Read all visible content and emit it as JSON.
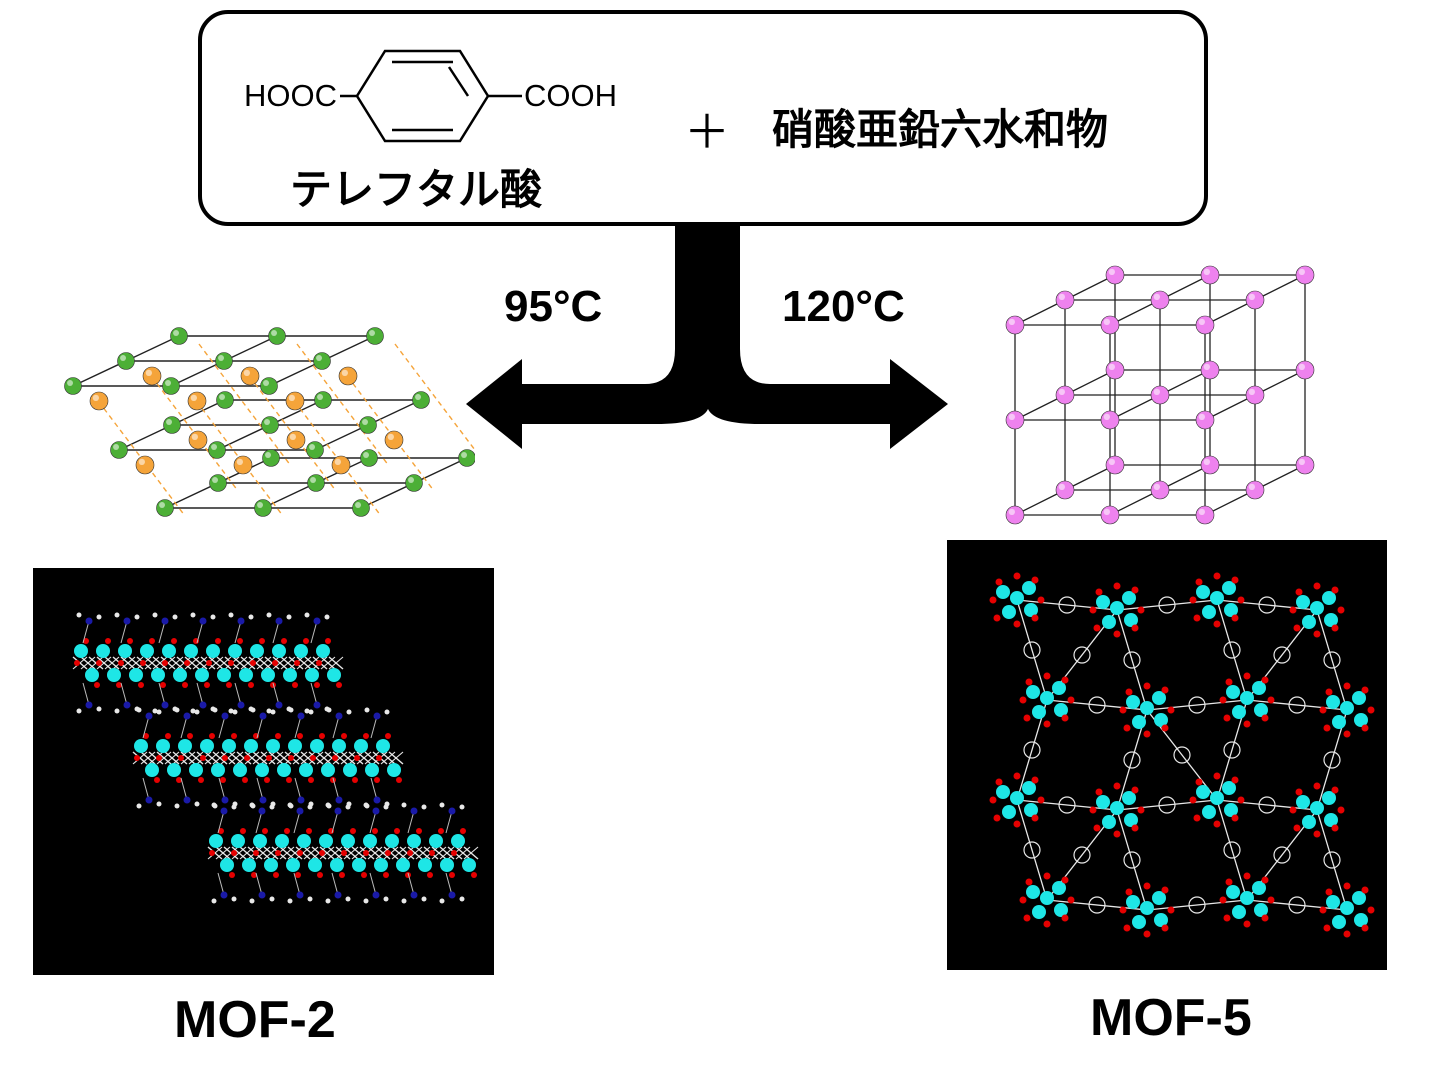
{
  "reactants": {
    "acid_left_group": "HOOC",
    "acid_right_group": "COOH",
    "acid_name": "テレフタル酸",
    "plus": "＋",
    "salt_name": "硝酸亜鉛六水和物"
  },
  "conditions": {
    "left_temp": "95°C",
    "right_temp": "120°C"
  },
  "products": {
    "left_label": "MOF-2",
    "right_label": "MOF-5"
  },
  "colors": {
    "layer_node": "#4caf36",
    "interlayer_node": "#f5a43a",
    "cubic_node": "#ee82ee",
    "metal_atom": "#1ee6e6",
    "oxygen_atom": "#e60000",
    "nitrogen_atom": "#1a1aa8",
    "linker_atom": "#e8e8e8"
  }
}
